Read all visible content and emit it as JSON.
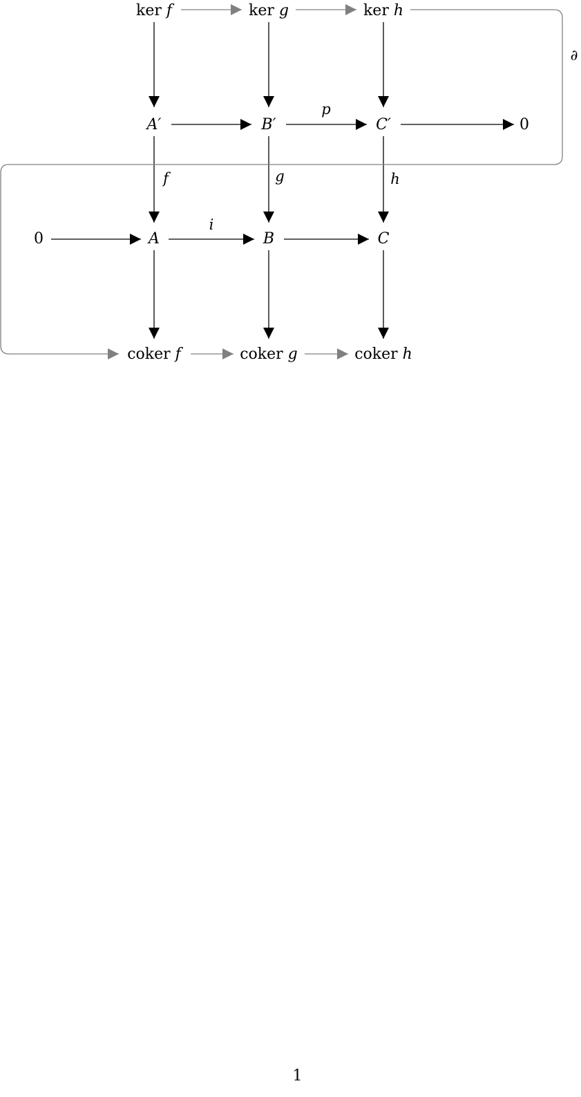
{
  "nodes": {
    "ker_f": {
      "word": "ker",
      "sym": "f"
    },
    "ker_g": {
      "word": "ker",
      "sym": "g"
    },
    "ker_h": {
      "word": "ker",
      "sym": "h"
    },
    "A_prime": {
      "sym": "A′"
    },
    "B_prime": {
      "sym": "B′"
    },
    "C_prime": {
      "sym": "C′"
    },
    "zero_right": {
      "text": "0"
    },
    "zero_left": {
      "text": "0"
    },
    "A": {
      "sym": "A"
    },
    "B": {
      "sym": "B"
    },
    "C": {
      "sym": "C"
    },
    "coker_f": {
      "word": "coker",
      "sym": "f"
    },
    "coker_g": {
      "word": "coker",
      "sym": "g"
    },
    "coker_h": {
      "word": "coker",
      "sym": "h"
    }
  },
  "labels": {
    "p": "p",
    "i": "i",
    "f": "f",
    "g": "g",
    "h": "h",
    "connecting": "∂"
  },
  "colors": {
    "main_arrow": "#000000",
    "induced_arrow": "#808080"
  },
  "page": {
    "number": "1"
  }
}
